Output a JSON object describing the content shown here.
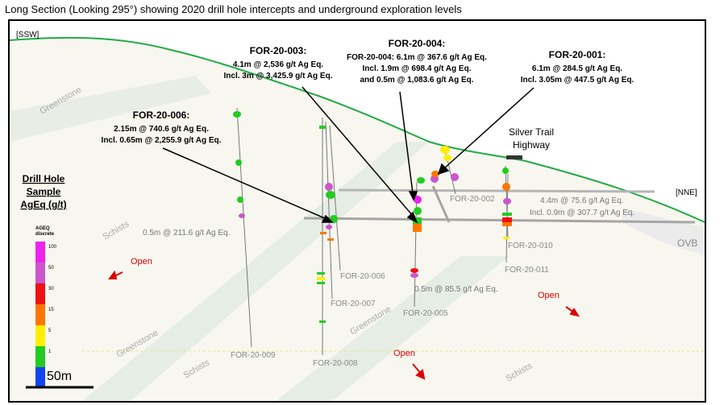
{
  "title": "Long Section (Looking 295°) showing 2020 drill hole intercepts and underground exploration levels",
  "corners": {
    "left": "[SSW]",
    "right": "[NNE]"
  },
  "highway": {
    "line1": "Silver Trail",
    "line2": "Highway"
  },
  "rock_labels": {
    "greenstone": "Greenstone",
    "schists": "Schists",
    "ovb": "OVB"
  },
  "open_label": "Open",
  "scale_bar": "50m",
  "legend": {
    "title_lines": [
      "Drill Hole",
      "Sample",
      "AgEq (g/t)"
    ],
    "subtitle_lines": [
      "AGEQ",
      "discrete"
    ],
    "bins": [
      {
        "label": "100",
        "color": "#ee22ee"
      },
      {
        "label": "50",
        "color": "#cc55cc"
      },
      {
        "label": "30",
        "color": "#ee1111"
      },
      {
        "label": "15",
        "color": "#ff7700"
      },
      {
        "label": "5",
        "color": "#ffee00"
      },
      {
        "label": "1",
        "color": "#22cc22"
      },
      {
        "label": "",
        "color": "#1144ee"
      }
    ]
  },
  "callouts": {
    "for20006": {
      "name": "FOR-20-006:",
      "line1": "2.15m @ 740.6 g/t Ag Eq.",
      "line2": "Incl. 0.65m @ 2,255.9 g/t Ag Eq."
    },
    "for20003": {
      "name": "FOR-20-003:",
      "line1": "4.1m @ 2,536 g/t Ag Eq.",
      "line2": "Incl. 3m @ 3,425.9 g/t Ag Eq."
    },
    "for20004": {
      "name": "FOR-20-004:",
      "line1": "FOR-20-004: 6.1m @ 367.6 g/t Ag Eq.",
      "line2": "Incl. 1.9m @ 698.4 g/t Ag Eq.",
      "line3": "and 0.5m @ 1,083.6 g/t Ag Eq."
    },
    "for20001": {
      "name": "FOR-20-001:",
      "line1": "6.1m @ 284.5 g/t Ag Eq.",
      "line2": "Incl. 3.05m @ 447.5 g/t Ag Eq."
    }
  },
  "gray_intercepts": {
    "a": "0.5m @ 211.6 g/t Ag Eq.",
    "b": "0.5m @ 85.5 g/t Ag Eq.",
    "c1": "4.4m @ 75.6 g/t Ag Eq.",
    "c2": "Incl. 0.9m @ 307.7 g/t Ag Eq."
  },
  "holes": {
    "h009": "FOR-20-009",
    "h008": "FOR-20-008",
    "h007": "FOR-20-007",
    "h006": "FOR-20-006",
    "h005": "FOR-20-005",
    "h002": "FOR-20-002",
    "h010": "FOR-20-010",
    "h011": "FOR-20-011"
  }
}
